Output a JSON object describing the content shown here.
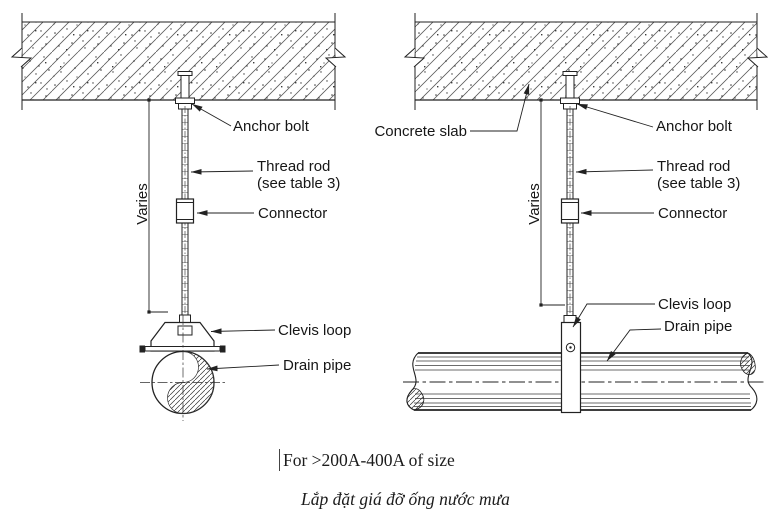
{
  "figure": {
    "type": "technical-detail-drawing",
    "subject": "drain pipe hanger installation details"
  },
  "colors": {
    "line": "#222222",
    "text": "#161616",
    "background": "#ffffff"
  },
  "views": {
    "left": {
      "labels": {
        "anchor_bolt": "Anchor bolt",
        "thread_rod_line1": "Thread rod",
        "thread_rod_line2": "(see table 3)",
        "connector": "Connector",
        "varies": "Varies",
        "clevis_loop": "Clevis loop",
        "drain_pipe": "Drain pipe"
      }
    },
    "right": {
      "labels": {
        "concrete_slab": "Concrete slab",
        "anchor_bolt": "Anchor bolt",
        "thread_rod_line1": "Thread rod",
        "thread_rod_line2": "(see table 3)",
        "connector": "Connector",
        "varies": "Varies",
        "clevis_loop": "Clevis loop",
        "drain_pipe": "Drain pipe"
      }
    }
  },
  "caption": {
    "size_note": "For >200A-400A of size",
    "title_vietnamese": "Lắp đặt giá đỡ ống nước mưa"
  }
}
